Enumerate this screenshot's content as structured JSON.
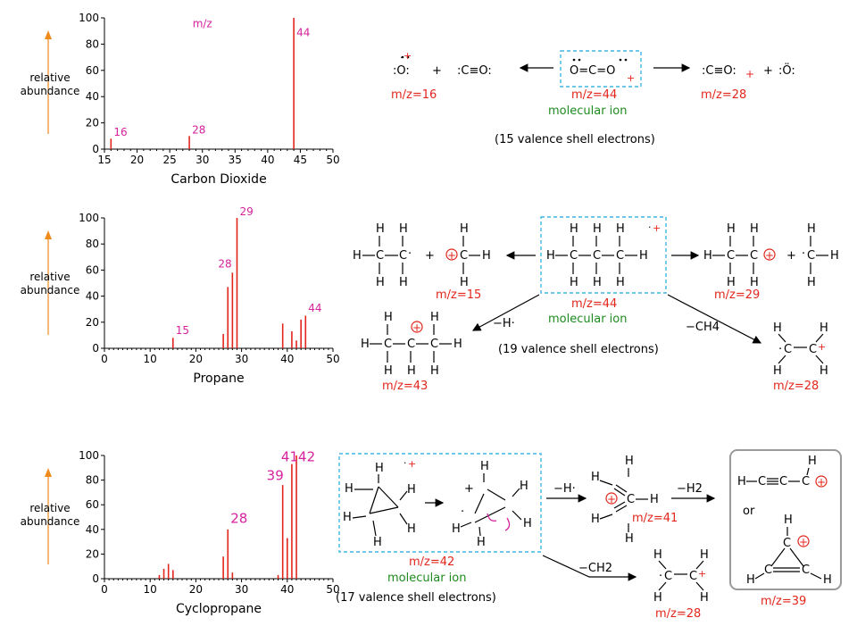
{
  "axis_label": {
    "line1": "relative",
    "line2": "abundance"
  },
  "colors": {
    "bar": "#e3261c",
    "peak_label": "#d6229c",
    "label_red": "#e3261c",
    "label_green": "#1e8b1e",
    "arrow_orange": "#f08a1d",
    "box_dash": "#3fb6e3"
  },
  "chart_data": [
    {
      "type": "bar",
      "title": "Carbon Dioxide",
      "xlim": [
        15,
        50
      ],
      "ylim": [
        0,
        100
      ],
      "xticks": [
        "15",
        "20",
        "25",
        "30",
        "35",
        "40",
        "45",
        "50"
      ],
      "yticks": [
        "0",
        "20",
        "40",
        "60",
        "80",
        "100"
      ],
      "annotation": "m/z",
      "bars": [
        [
          16,
          8
        ],
        [
          28,
          10
        ],
        [
          44,
          100
        ]
      ],
      "peak_labels": [
        {
          "x": 16,
          "y": 8,
          "text": "16"
        },
        {
          "x": 28,
          "y": 10,
          "text": "28"
        },
        {
          "x": 44,
          "y": 84,
          "text": "44"
        }
      ]
    },
    {
      "type": "bar",
      "title": "Propane",
      "xlim": [
        0,
        50
      ],
      "ylim": [
        0,
        100
      ],
      "xticks": [
        "0",
        "10",
        "20",
        "30",
        "40",
        "50"
      ],
      "yticks": [
        "0",
        "20",
        "40",
        "60",
        "80",
        "100"
      ],
      "bars": [
        [
          15,
          8
        ],
        [
          26,
          11
        ],
        [
          27,
          47
        ],
        [
          28,
          58
        ],
        [
          29,
          100
        ],
        [
          39,
          19
        ],
        [
          41,
          13
        ],
        [
          42,
          6
        ],
        [
          43,
          22
        ],
        [
          44,
          25
        ]
      ],
      "peak_labels": [
        {
          "x": 15,
          "y": 9,
          "text": "15"
        },
        {
          "x": 28,
          "y": 60,
          "text": "28"
        },
        {
          "x": 29,
          "y": 100,
          "text": "29"
        },
        {
          "x": 44,
          "y": 26,
          "text": "44"
        }
      ]
    },
    {
      "type": "bar",
      "title": "Cyclopropane",
      "xlim": [
        0,
        50
      ],
      "ylim": [
        0,
        100
      ],
      "xticks": [
        "0",
        "10",
        "20",
        "30",
        "40",
        "50"
      ],
      "yticks": [
        "0",
        "20",
        "40",
        "60",
        "80",
        "100"
      ],
      "bars": [
        [
          12,
          3
        ],
        [
          13,
          8
        ],
        [
          14,
          12
        ],
        [
          15,
          7
        ],
        [
          26,
          18
        ],
        [
          27,
          40
        ],
        [
          28,
          5
        ],
        [
          38,
          3
        ],
        [
          39,
          76
        ],
        [
          40,
          33
        ],
        [
          41,
          93
        ],
        [
          42,
          100
        ]
      ],
      "peak_labels": [
        {
          "x": 27,
          "y": 43,
          "text": "28"
        },
        {
          "x": 39,
          "y": 78,
          "text": "39"
        },
        {
          "x": 41,
          "y": 93,
          "text": "41"
        },
        {
          "x": 42,
          "y": 93,
          "text": "42"
        }
      ]
    }
  ],
  "co2": {
    "left1": ":Ö:",
    "plus1": "+",
    "left2": ":C≡O:",
    "center": "O=C=O",
    "right1": ":C≡O:",
    "plus2": "+",
    "right2": ":Ö:",
    "mz_left": "m/z=16",
    "mz_center": "m/z=44",
    "mz_right": "m/z=28",
    "mol_ion": "molecular ion",
    "valence": "(15 valence shell electrons)"
  },
  "propane": {
    "mz_left": "m/z=15",
    "mz_center": "m/z=44",
    "mz_right": "m/z=29",
    "mz_bl": "m/z=43",
    "mz_br": "m/z=28",
    "mol_ion": "molecular ion",
    "valence": "(19 valence shell electrons)",
    "loss_h": "−H·",
    "loss_ch4": "−CH4"
  },
  "cyclopropane": {
    "mz_center": "m/z=42",
    "mol_ion": "molecular ion",
    "valence": "(17 valence shell electrons)",
    "mz_41": "m/z=41",
    "mz_28": "m/z=28",
    "mz_39": "m/z=39",
    "loss_h": "−H·",
    "loss_h2": "−H2",
    "loss_ch2": "−CH2",
    "or": "or"
  }
}
